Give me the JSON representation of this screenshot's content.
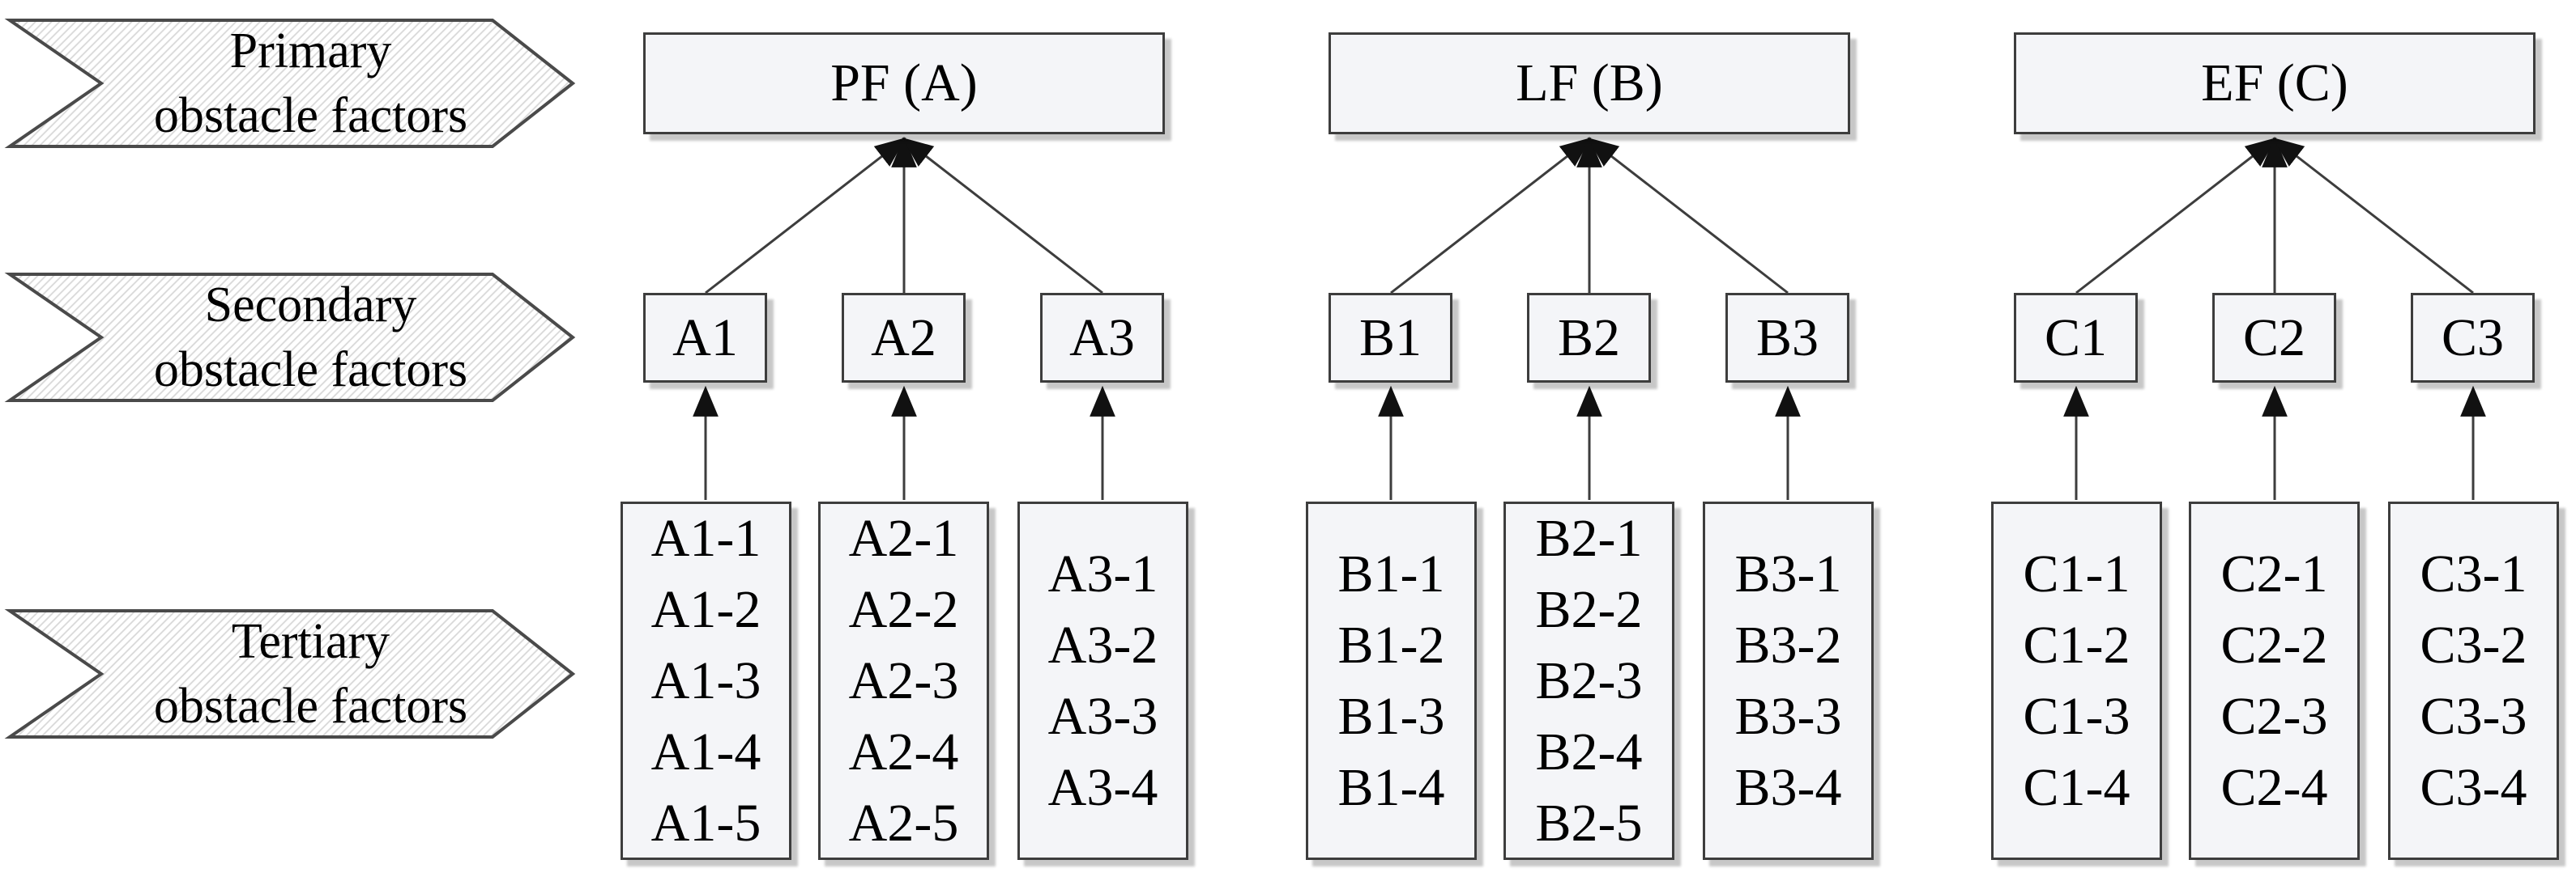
{
  "banners": [
    {
      "line1": "Primary",
      "line2": "obstacle factors"
    },
    {
      "line1": "Secondary",
      "line2": "obstacle factors"
    },
    {
      "line1": "Tertiary",
      "line2": "obstacle factors"
    }
  ],
  "groups": [
    {
      "primary_label": "PF (A)",
      "secondary": [
        {
          "label": "A1",
          "items": [
            "A1-1",
            "A1-2",
            "A1-3",
            "A1-4",
            "A1-5"
          ]
        },
        {
          "label": "A2",
          "items": [
            "A2-1",
            "A2-2",
            "A2-3",
            "A2-4",
            "A2-5"
          ]
        },
        {
          "label": "A3",
          "items": [
            "A3-1",
            "A3-2",
            "A3-3",
            "A3-4"
          ]
        }
      ]
    },
    {
      "primary_label": "LF (B)",
      "secondary": [
        {
          "label": "B1",
          "items": [
            "B1-1",
            "B1-2",
            "B1-3",
            "B1-4"
          ]
        },
        {
          "label": "B2",
          "items": [
            "B2-1",
            "B2-2",
            "B2-3",
            "B2-4",
            "B2-5"
          ]
        },
        {
          "label": "B3",
          "items": [
            "B3-1",
            "B3-2",
            "B3-3",
            "B3-4"
          ]
        }
      ]
    },
    {
      "primary_label": "EF (C)",
      "secondary": [
        {
          "label": "C1",
          "items": [
            "C1-1",
            "C1-2",
            "C1-3",
            "C1-4"
          ]
        },
        {
          "label": "C2",
          "items": [
            "C2-1",
            "C2-2",
            "C2-3",
            "C2-4"
          ]
        },
        {
          "label": "C3",
          "items": [
            "C3-1",
            "C3-2",
            "C3-3",
            "C3-4"
          ]
        }
      ]
    }
  ],
  "colors": {
    "box_fill": "#f4f5f8",
    "box_border": "#3d3d3d",
    "banner_stroke": "#4a4a4a",
    "hatch_line": "#d8d8d8",
    "connector": "#3d3d3d",
    "arrowhead": "#111111",
    "text": "#000000"
  }
}
